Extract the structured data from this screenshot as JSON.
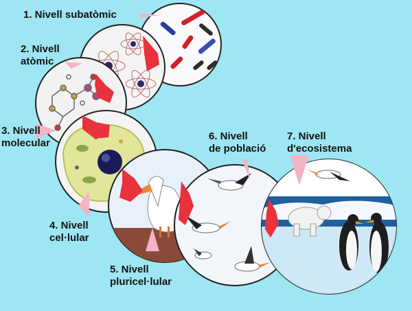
{
  "levels": [
    {
      "line1": "1. Nivell subatòmic",
      "line2": ""
    },
    {
      "line1": "2. Nivell",
      "line2": "atòmic"
    },
    {
      "line1": "3. Nivell",
      "line2": "molecular"
    },
    {
      "line1": "4. Nivell",
      "line2": "cel·lular"
    },
    {
      "line1": "5. Nivell",
      "line2": "pluricel·lular"
    },
    {
      "line1": "6. Nivell",
      "line2": "de població"
    },
    {
      "line1": "7. Nivell",
      "line2": "d'ecosistema"
    }
  ],
  "colors": {
    "background": "#9ee6f3",
    "arrow": "#e8323c",
    "pointer": "#f3b5c6",
    "circle_outline": "#222222"
  },
  "icons": [
    "particle-icon",
    "atom-icon",
    "molecule-icon",
    "cell-icon",
    "pelican-icon",
    "pelican-flock-icon",
    "polar-bear-icon",
    "penguin-icon"
  ]
}
